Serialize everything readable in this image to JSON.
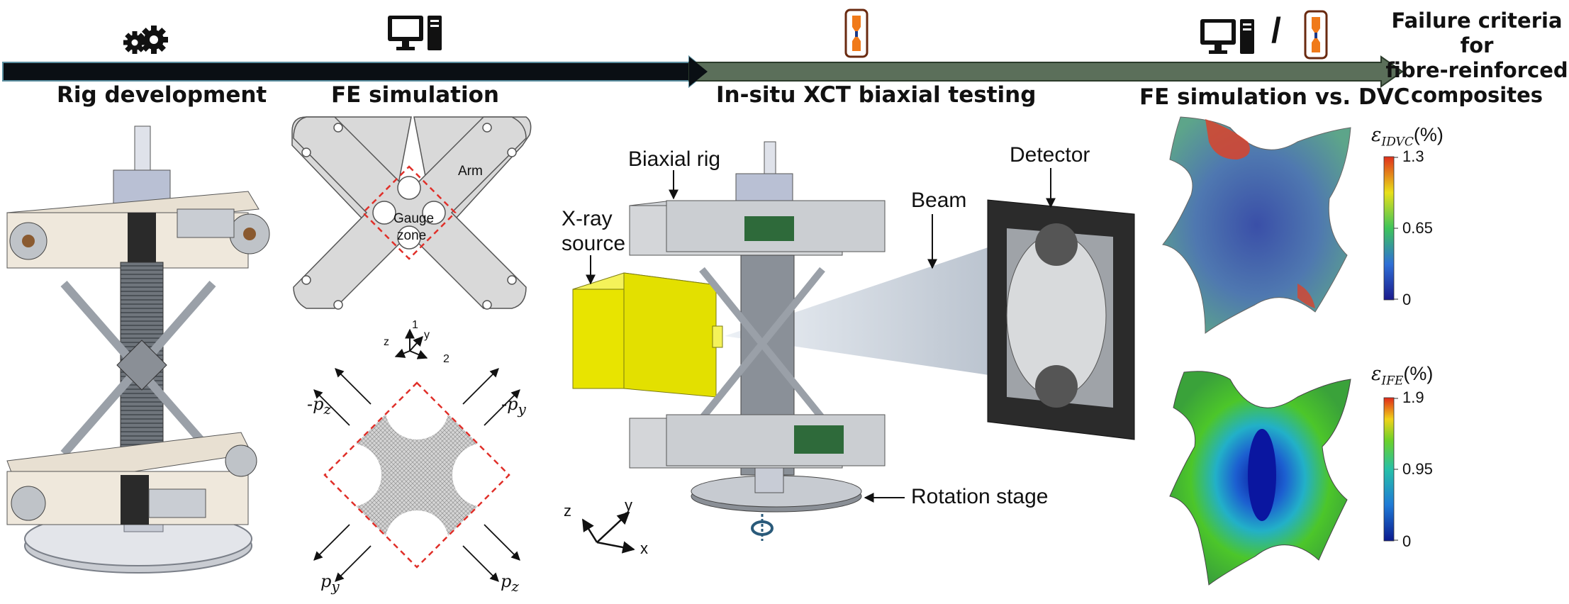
{
  "stages": {
    "rig": "Rig development",
    "fe": "FE simulation",
    "xct": "In-situ XCT biaxial testing",
    "compare": "FE simulation vs. DVC"
  },
  "outcome": {
    "line1": "Failure criteria",
    "line2": "for",
    "line3": "fibre-reinforced",
    "line4": "composites"
  },
  "compare_separator": "/",
  "specimen_labels": {
    "arm": "Arm",
    "gauge1": "Gauge",
    "gauge2": "zone"
  },
  "fe_axes": {
    "a1": "1",
    "y": "y",
    "z": "z",
    "a2": "2"
  },
  "load_labels": {
    "neg_pz": "-p",
    "neg_py": "-p",
    "py": "p",
    "pz": "p",
    "sub_z": "z",
    "sub_y": "y"
  },
  "setup_labels": {
    "biaxial_rig": "Biaxial rig",
    "xray1": "X-ray",
    "xray2": "source",
    "beam": "Beam",
    "detector": "Detector",
    "rotation_stage": "Rotation stage"
  },
  "setup_axes": {
    "z": "z",
    "y": "y",
    "x": "x"
  },
  "colorbars": {
    "dvc": {
      "symbol": "ε",
      "sub": "IDVC",
      "unit": "(%)",
      "max": "1.3",
      "mid": "0.65",
      "min": "0"
    },
    "fe": {
      "symbol": "ε",
      "sub": "IFE",
      "unit": "(%)",
      "max": "1.9",
      "mid": "0.95",
      "min": "0"
    }
  },
  "colors": {
    "arrow_dark": "#0a0f14",
    "arrow_green": "#5b6f5a",
    "specimen_grey": "#d9d9d9",
    "red_dash": "#e0302a",
    "xray_yellow": "#e8e400",
    "orange": "#f07a1a"
  },
  "icons": [
    "gears-icon",
    "computer-icon",
    "specimen-icon",
    "computer-icon",
    "specimen-icon"
  ]
}
